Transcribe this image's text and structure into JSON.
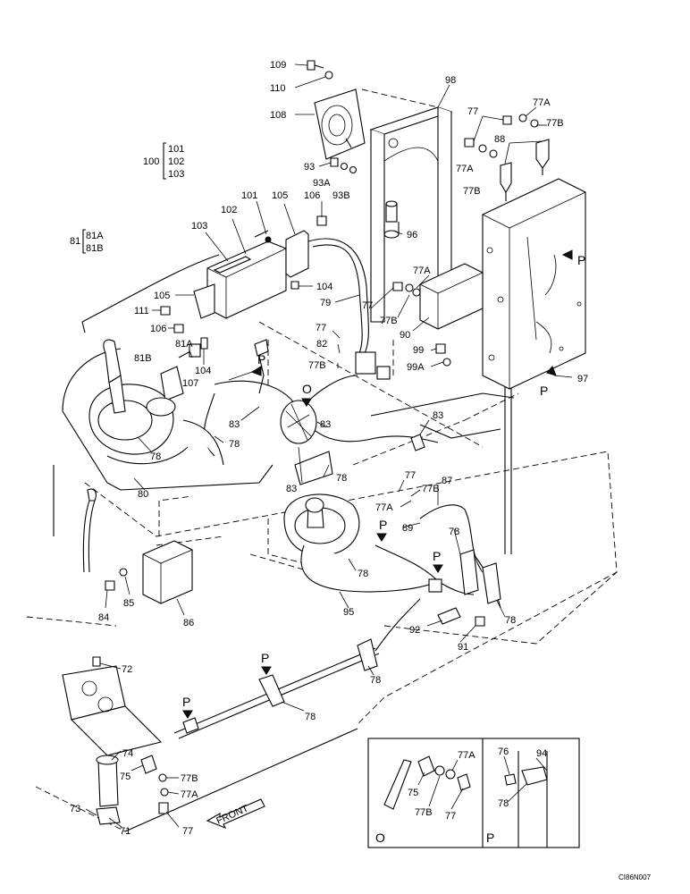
{
  "callouts": [
    {
      "id": "c109",
      "text": "109"
    },
    {
      "id": "c110",
      "text": "110"
    },
    {
      "id": "c108",
      "text": "108"
    },
    {
      "id": "c98",
      "text": "98"
    },
    {
      "id": "c77a",
      "text": "77"
    },
    {
      "id": "c77Aa",
      "text": "77A"
    },
    {
      "id": "c77Ba",
      "text": "77B"
    },
    {
      "id": "c88",
      "text": "88"
    },
    {
      "id": "c77Ab",
      "text": "77A"
    },
    {
      "id": "c77Bb",
      "text": "77B"
    },
    {
      "id": "c93",
      "text": "93"
    },
    {
      "id": "c93A",
      "text": "93A"
    },
    {
      "id": "c93B",
      "text": "93B"
    },
    {
      "id": "c101",
      "text": "101"
    },
    {
      "id": "c102",
      "text": "102"
    },
    {
      "id": "c105a",
      "text": "105"
    },
    {
      "id": "c106a",
      "text": "106"
    },
    {
      "id": "c103",
      "text": "103"
    },
    {
      "id": "c96",
      "text": "96"
    },
    {
      "id": "c104a",
      "text": "104"
    },
    {
      "id": "c79",
      "text": "79"
    },
    {
      "id": "c105b",
      "text": "105"
    },
    {
      "id": "c111",
      "text": "111"
    },
    {
      "id": "c106b",
      "text": "106"
    },
    {
      "id": "c77Ac",
      "text": "77A"
    },
    {
      "id": "c77b",
      "text": "77"
    },
    {
      "id": "c77Bc",
      "text": "77B"
    },
    {
      "id": "c90",
      "text": "90"
    },
    {
      "id": "c77c",
      "text": "77"
    },
    {
      "id": "c82",
      "text": "82"
    },
    {
      "id": "c81Ac",
      "text": "81A"
    },
    {
      "id": "c81Bc",
      "text": "81B"
    },
    {
      "id": "c104b",
      "text": "104"
    },
    {
      "id": "c107",
      "text": "107"
    },
    {
      "id": "c77Bd",
      "text": "77B"
    },
    {
      "id": "c99",
      "text": "99"
    },
    {
      "id": "c99A",
      "text": "99A"
    },
    {
      "id": "c97",
      "text": "97"
    },
    {
      "id": "c83a",
      "text": "83"
    },
    {
      "id": "c83b",
      "text": "83"
    },
    {
      "id": "c83c",
      "text": "83"
    },
    {
      "id": "c83d",
      "text": "83"
    },
    {
      "id": "c78a",
      "text": "78"
    },
    {
      "id": "c78b",
      "text": "78"
    },
    {
      "id": "c78c",
      "text": "78"
    },
    {
      "id": "c80",
      "text": "80"
    },
    {
      "id": "c77d",
      "text": "77"
    },
    {
      "id": "c77Be",
      "text": "77B"
    },
    {
      "id": "c87",
      "text": "87"
    },
    {
      "id": "c77Ae",
      "text": "77A"
    },
    {
      "id": "c89",
      "text": "89"
    },
    {
      "id": "c78d",
      "text": "78"
    },
    {
      "id": "c78e",
      "text": "78"
    },
    {
      "id": "c78f",
      "text": "78"
    },
    {
      "id": "c84",
      "text": "84"
    },
    {
      "id": "c85",
      "text": "85"
    },
    {
      "id": "c86",
      "text": "86"
    },
    {
      "id": "c95",
      "text": "95"
    },
    {
      "id": "c92",
      "text": "92"
    },
    {
      "id": "c91",
      "text": "91"
    },
    {
      "id": "c72",
      "text": "72"
    },
    {
      "id": "c78g",
      "text": "78"
    },
    {
      "id": "c78h",
      "text": "78"
    },
    {
      "id": "c74",
      "text": "74"
    },
    {
      "id": "c75a",
      "text": "75"
    },
    {
      "id": "c77Bf",
      "text": "77B"
    },
    {
      "id": "c77Af",
      "text": "77A"
    },
    {
      "id": "c73",
      "text": "73"
    },
    {
      "id": "c71",
      "text": "71"
    },
    {
      "id": "c77e",
      "text": "77"
    },
    {
      "id": "c75b",
      "text": "75"
    },
    {
      "id": "c77Bg",
      "text": "77B"
    },
    {
      "id": "c77Ag",
      "text": "77A"
    },
    {
      "id": "c77f",
      "text": "77"
    },
    {
      "id": "c76",
      "text": "76"
    },
    {
      "id": "c94",
      "text": "94"
    },
    {
      "id": "c78i",
      "text": "78"
    }
  ],
  "groups": {
    "g100": {
      "parent": "100",
      "members": [
        "101",
        "102",
        "103"
      ]
    },
    "g81": {
      "parent": "81",
      "members": [
        "81A",
        "81B"
      ]
    }
  },
  "markers": {
    "P": "P",
    "O": "O"
  },
  "inset": {
    "left_label": "O",
    "right_label": "P"
  },
  "front_label": "FRONT",
  "drawing_code": "CI86N007"
}
